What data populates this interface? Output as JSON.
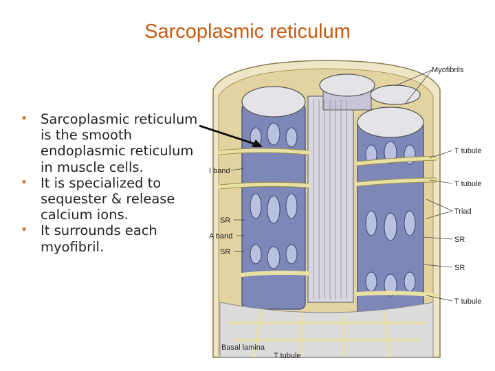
{
  "slide": {
    "title": "Sarcoplasmic reticulum",
    "bullets": [
      "Sarcoplasmic reticulum is the smooth endoplasmic reticulum in muscle cells.",
      "It is specialized to sequester & release calcium ions.",
      "It surrounds each myofibril."
    ]
  },
  "figure": {
    "labels": {
      "myofibrils": "Myofibrils",
      "t_tubule_1": "T tubule",
      "i_band": "I band",
      "t_tubule_2": "T tubule",
      "triad": "Triad",
      "sr_1": "SR",
      "a_band": "A band",
      "sr_2": "SR",
      "sr_3": "SR",
      "sr_4": "SR",
      "t_tubule_3": "T tubule",
      "basal_lamina": "Basal lamina",
      "t_tubule_4": "T tubule"
    },
    "colors": {
      "myofibril": "#7d87b8",
      "myofibril_dark": "#5d6797",
      "tubule": "#e9e1a2",
      "cell_membrane": "#e0c890",
      "accent_orange": "#c55a11"
    }
  }
}
